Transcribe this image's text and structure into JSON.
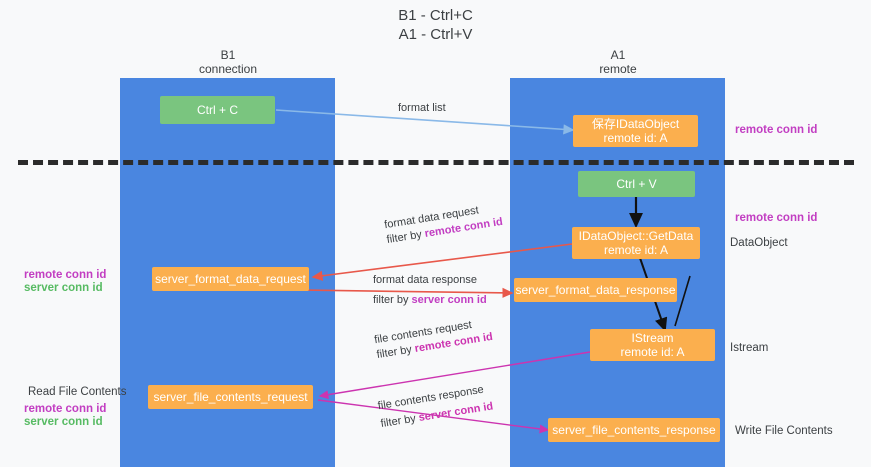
{
  "title": {
    "line1": "B1 - Ctrl+C",
    "line2": "A1 - Ctrl+V"
  },
  "columns": {
    "left": {
      "name": "B1",
      "role": "connection"
    },
    "right": {
      "name": "A1",
      "role": "remote"
    }
  },
  "colors": {
    "column_band": "#4a86e0",
    "green_box": "#7ac57f",
    "orange_box": "#fbaf4e",
    "purple_text": "#c23ec2",
    "green_text": "#57bb63",
    "magenta_text": "#cc34b0",
    "blue_arrow": "#8ab9e8",
    "red_arrow": "#e8584a",
    "magenta_arrow": "#cc34b0",
    "black_arrow": "#000000",
    "divider": "#2b2b2b",
    "background": "#f8f9fa"
  },
  "boxes": {
    "ctrl_c": {
      "label": "Ctrl + C",
      "color": "green"
    },
    "save_dataobject": {
      "line1": "保存IDataObject",
      "line2": "remote id: A",
      "color": "orange"
    },
    "ctrl_v": {
      "label": "Ctrl + V",
      "color": "green"
    },
    "getdata": {
      "line1": "IDataObject::GetData",
      "line2": "remote id: A",
      "color": "orange"
    },
    "server_format_data_request": {
      "label": "server_format_data_request",
      "color": "orange"
    },
    "server_format_data_response": {
      "label": "server_format_data_response",
      "color": "orange"
    },
    "istream": {
      "line1": "IStream",
      "line2": "remote id: A",
      "color": "orange"
    },
    "server_file_contents_request": {
      "label": "server_file_contents_request",
      "color": "orange"
    },
    "server_file_contents_response": {
      "label": "server_file_contents_response",
      "color": "orange"
    }
  },
  "arrow_labels": {
    "format_list": "format list",
    "format_data_request": {
      "line1": "format data request",
      "line2_prefix": "filter by ",
      "line2_key": "remote conn id"
    },
    "format_data_response": {
      "line1": "format data response",
      "line2_prefix": "filter by ",
      "line2_key": "server conn id"
    },
    "file_contents_request": {
      "line1": "file contents request",
      "line2_prefix": "filter by ",
      "line2_key": "remote conn id"
    },
    "file_contents_response": {
      "line1": "file contents response",
      "line2_prefix": "filter by ",
      "line2_key": "server conn id"
    }
  },
  "right_labels": {
    "remote_conn_id_top": "remote conn id",
    "remote_conn_id_mid": "remote conn id",
    "dataobject": "DataObject",
    "istream": "Istream",
    "write_file_contents": "Write File Contents"
  },
  "left_labels": {
    "remote_conn_id_mid": "remote conn id",
    "server_conn_id_mid": "server conn id",
    "read_file_contents": "Read File Contents",
    "remote_conn_id_bottom": "remote conn id",
    "server_conn_id_bottom": "server conn id"
  }
}
